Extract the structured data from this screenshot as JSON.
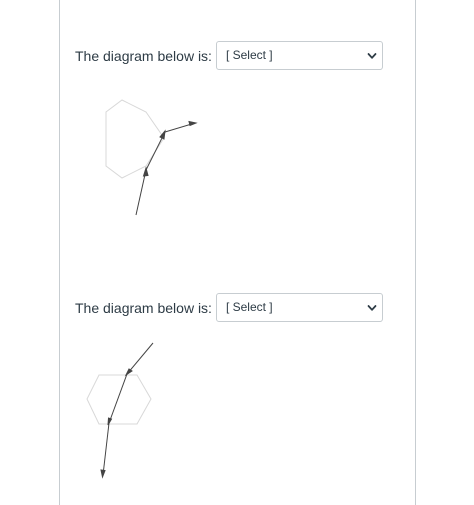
{
  "questions": [
    {
      "prompt": "The diagram below is:",
      "select": {
        "value": "[ Select ]"
      },
      "diagram": {
        "icon": "hexagon-ray-diagram"
      }
    },
    {
      "prompt": "The diagram below is:",
      "select": {
        "value": "[ Select ]"
      },
      "diagram": {
        "icon": "hexagon-ray-diagram"
      }
    }
  ],
  "colors": {
    "text": "#2d3b45",
    "border": "#c7cdd1",
    "hexagon": "#d0d0d0",
    "ray": "#444444"
  }
}
